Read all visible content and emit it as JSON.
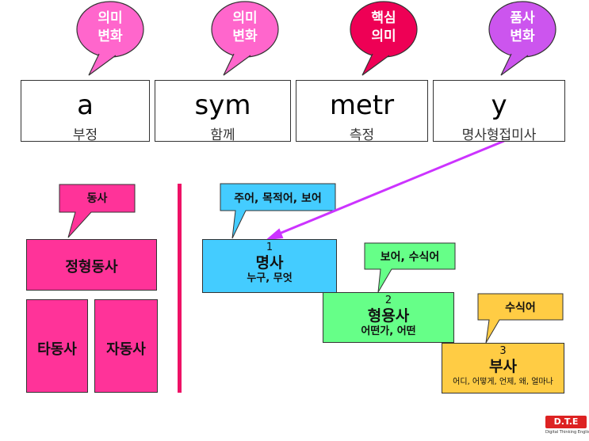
{
  "bubbles": [
    {
      "lines": [
        "의미",
        "변화"
      ],
      "color": "#ff66cc"
    },
    {
      "lines": [
        "의미",
        "변화"
      ],
      "color": "#ff66cc"
    },
    {
      "lines": [
        "핵심",
        "의미"
      ],
      "color": "#ee0055"
    },
    {
      "lines": [
        "품사",
        "변화"
      ],
      "color": "#cc55ee"
    }
  ],
  "morphemes": [
    {
      "root": "a",
      "meaning": "부정"
    },
    {
      "root": "sym",
      "meaning": "함께"
    },
    {
      "root": "metr",
      "meaning": "측정"
    },
    {
      "root": "y",
      "meaning": "명사형접미사"
    }
  ],
  "verbs": {
    "callout": "동사",
    "main": "정형동사",
    "transitive": "타동사",
    "intransitive": "자동사",
    "color": "#ff3399"
  },
  "divider_color": "#ee1166",
  "arrow_color": "#cc33ff",
  "pos": [
    {
      "num": "1",
      "name": "명사",
      "question": "누구, 무엇",
      "callout": "주어, 목적어, 보어",
      "color": "#44ccff"
    },
    {
      "num": "2",
      "name": "형용사",
      "question": "어떤가, 어떤",
      "callout": "보어, 수식어",
      "color": "#66ff88"
    },
    {
      "num": "3",
      "name": "부사",
      "question": "어디, 어떻게, 언제, 왜, 얼마나",
      "callout": "수식어",
      "color": "#ffcc44"
    }
  ],
  "logo": {
    "text": "D.T.E",
    "subtitle": "Digital Thinking English",
    "color": "#dd2222"
  }
}
